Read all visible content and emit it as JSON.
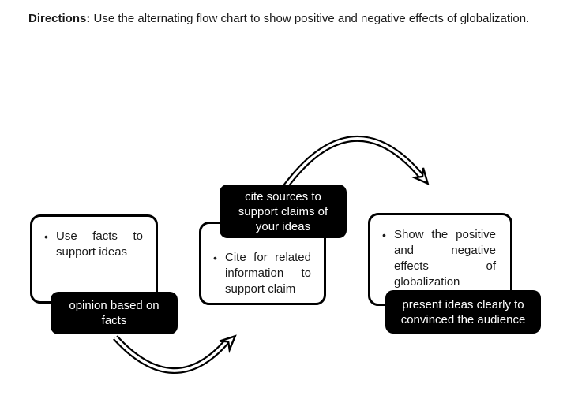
{
  "colors": {
    "background": "#ffffff",
    "ink": "#000000",
    "tag_box_fill": "#000000",
    "tag_box_text": "#ffffff"
  },
  "directions": {
    "label": "Directions:",
    "text": "Use the alternating flow chart to show positive and negative effects of globalization."
  },
  "flow_chart": {
    "bullet": "•",
    "steps": [
      {
        "note": "Use facts to support ideas",
        "tag": "opinion based on facts"
      },
      {
        "note": "Cite for related information to support claim",
        "tag": "cite sources to support claims of your ideas"
      },
      {
        "note": "Show the positive and negative effects of globalization",
        "tag": "present ideas clearly to convinced the audience"
      }
    ],
    "arrows": [
      {
        "from": "step-1",
        "to": "step-2",
        "shape": "double-line-arc",
        "direction": "curves-down-then-up-right"
      },
      {
        "from": "step-2",
        "to": "step-3",
        "shape": "double-line-arc",
        "direction": "curves-up-then-down-right"
      }
    ]
  }
}
